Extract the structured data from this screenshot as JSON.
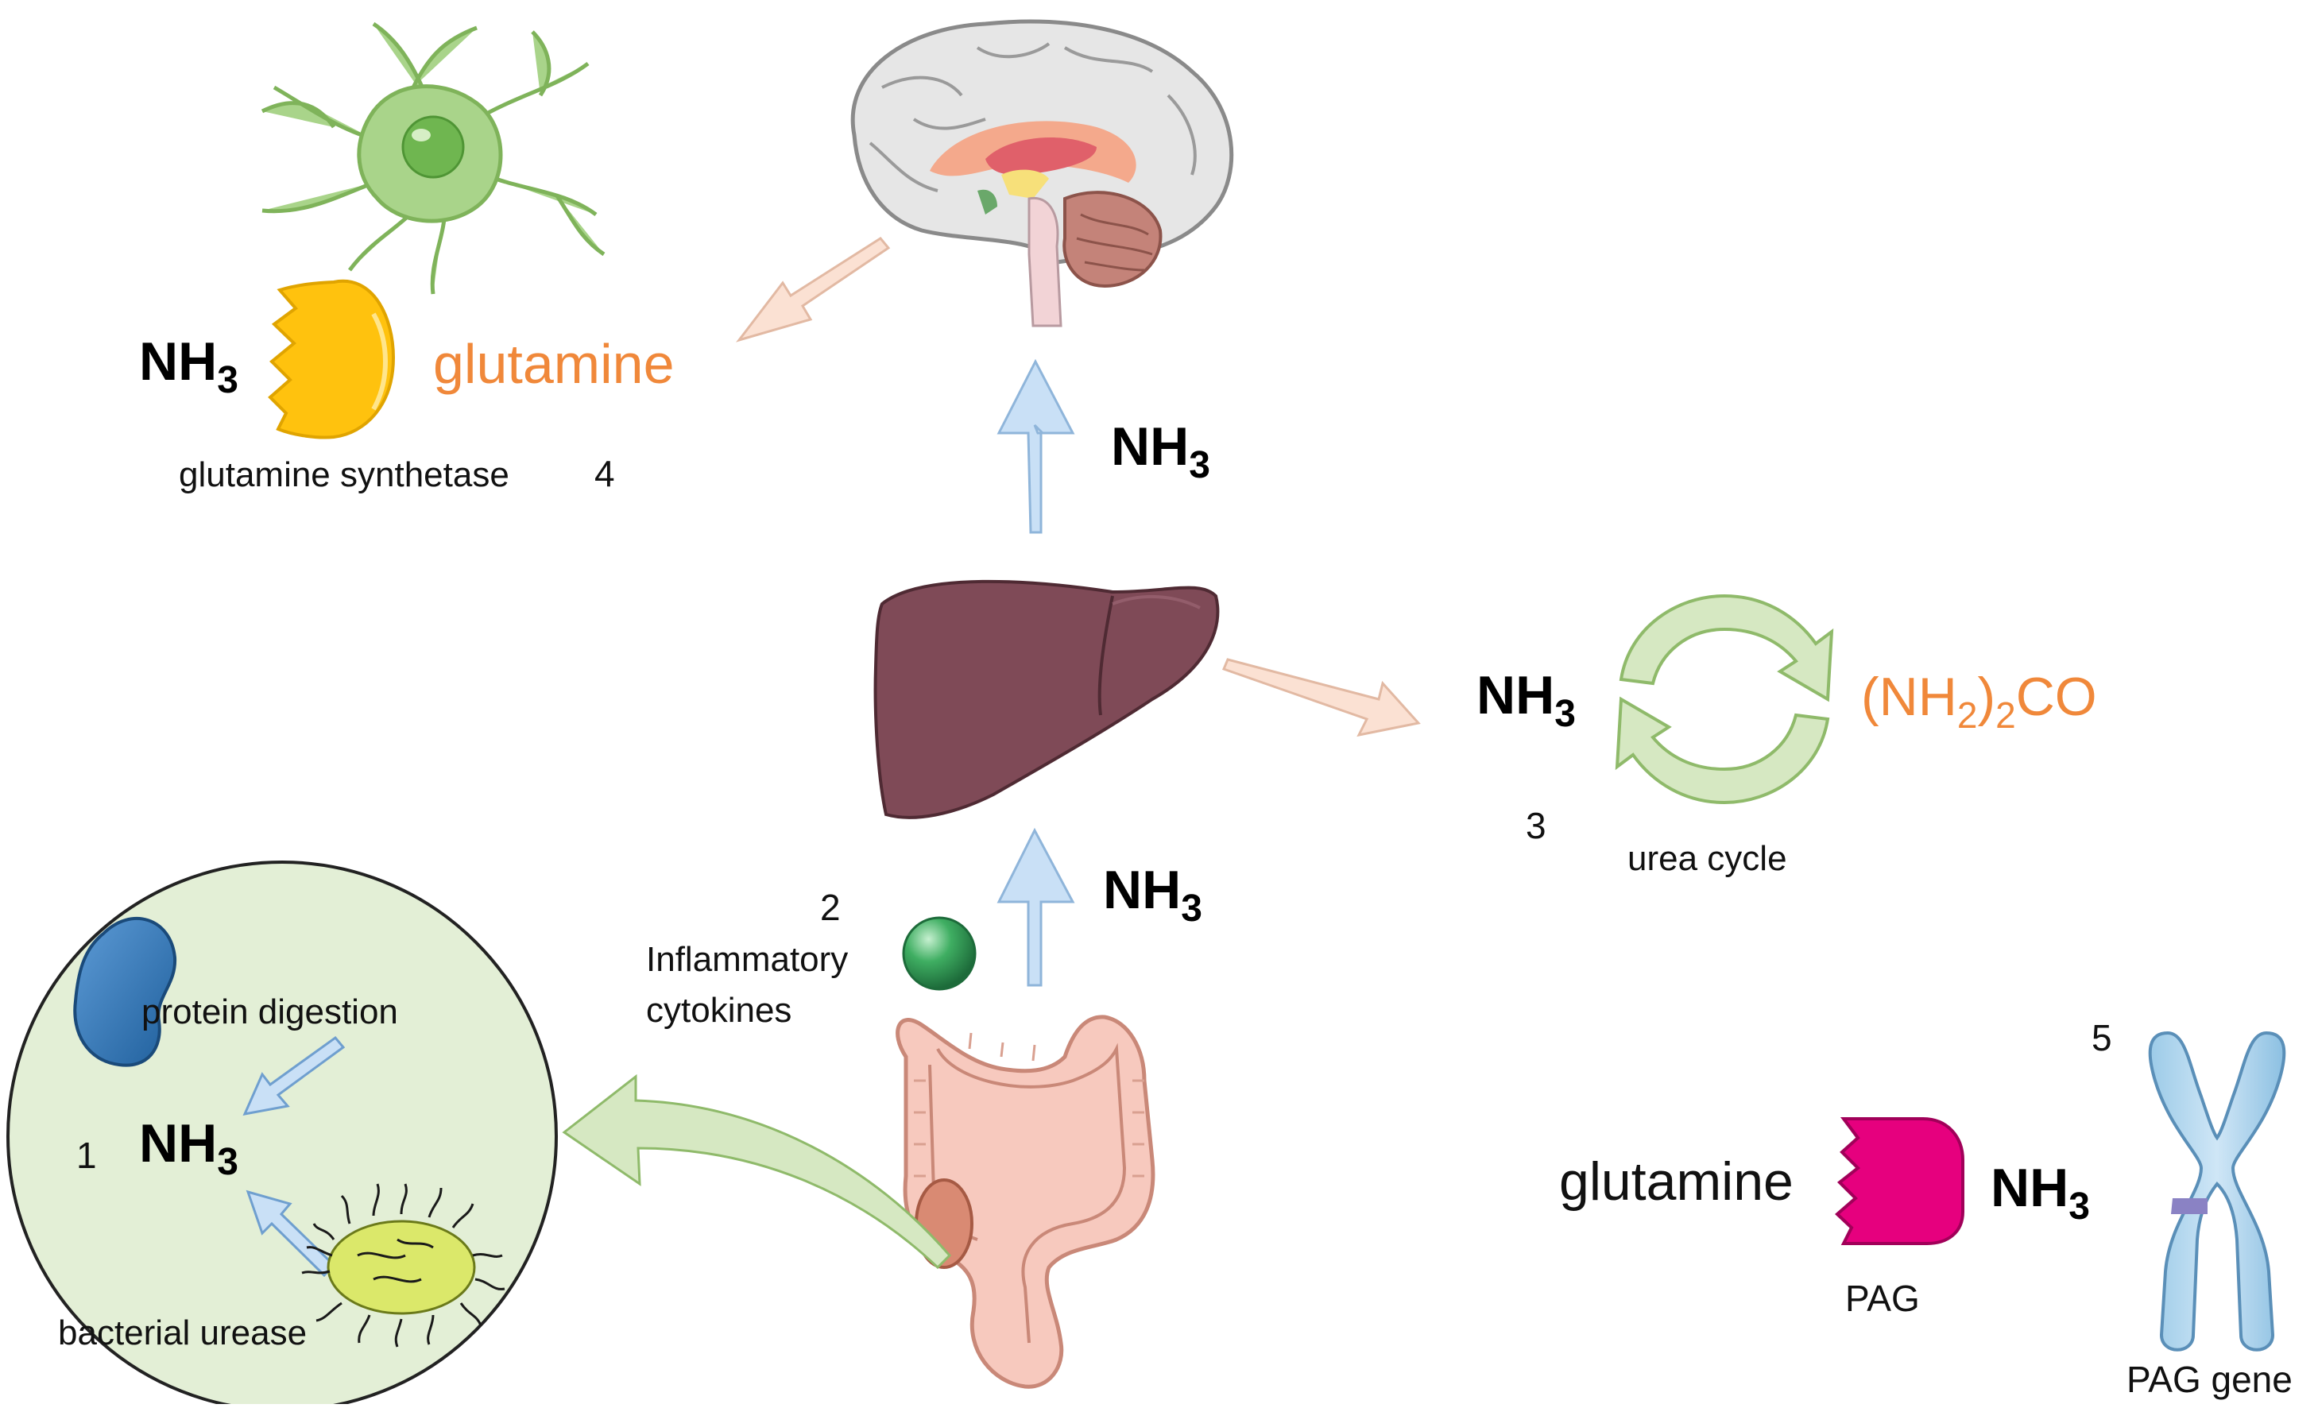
{
  "labels": {
    "nh3_base": "NH",
    "nh3_sub": "3",
    "glutamine_product": "glutamine",
    "glutamine_synthetase": "glutamine synthetase",
    "step_4": "4",
    "urea_part1": "(NH",
    "urea_sub": "2",
    "urea_part2": ")",
    "urea_sub2": "2",
    "urea_part3": "CO",
    "step_3": "3",
    "urea_cycle": "urea cycle",
    "step_2": "2",
    "inflammatory": "Inflammatory",
    "cytokines": "cytokines",
    "protein_digestion": "protein digestion",
    "step_1": "1",
    "bacterial_urease": "bacterial urease",
    "step_5": "5",
    "glutamine_substrate": "glutamine",
    "pag": "PAG",
    "pag_gene": "PAG gene"
  },
  "colors": {
    "arrow_blue": "#c9e0f6",
    "arrow_peach": "#fbe1d3",
    "arrow_green": "#d6e8c2",
    "liver": "#7f4a57",
    "circle_fill": "#e3efd6",
    "orange_text": "#f0883a",
    "enzyme_yellow": "#ffc20e",
    "enzyme_magenta": "#e6007e"
  },
  "icons": [
    "astrocyte-icon",
    "brain-icon",
    "liver-icon",
    "intestine-icon",
    "cytokine-sphere-icon",
    "protein-bean-icon",
    "bacteria-icon",
    "chromosome-icon",
    "glutamine-synthetase-enzyme-icon",
    "pag-enzyme-icon",
    "urea-cycle-icon"
  ]
}
